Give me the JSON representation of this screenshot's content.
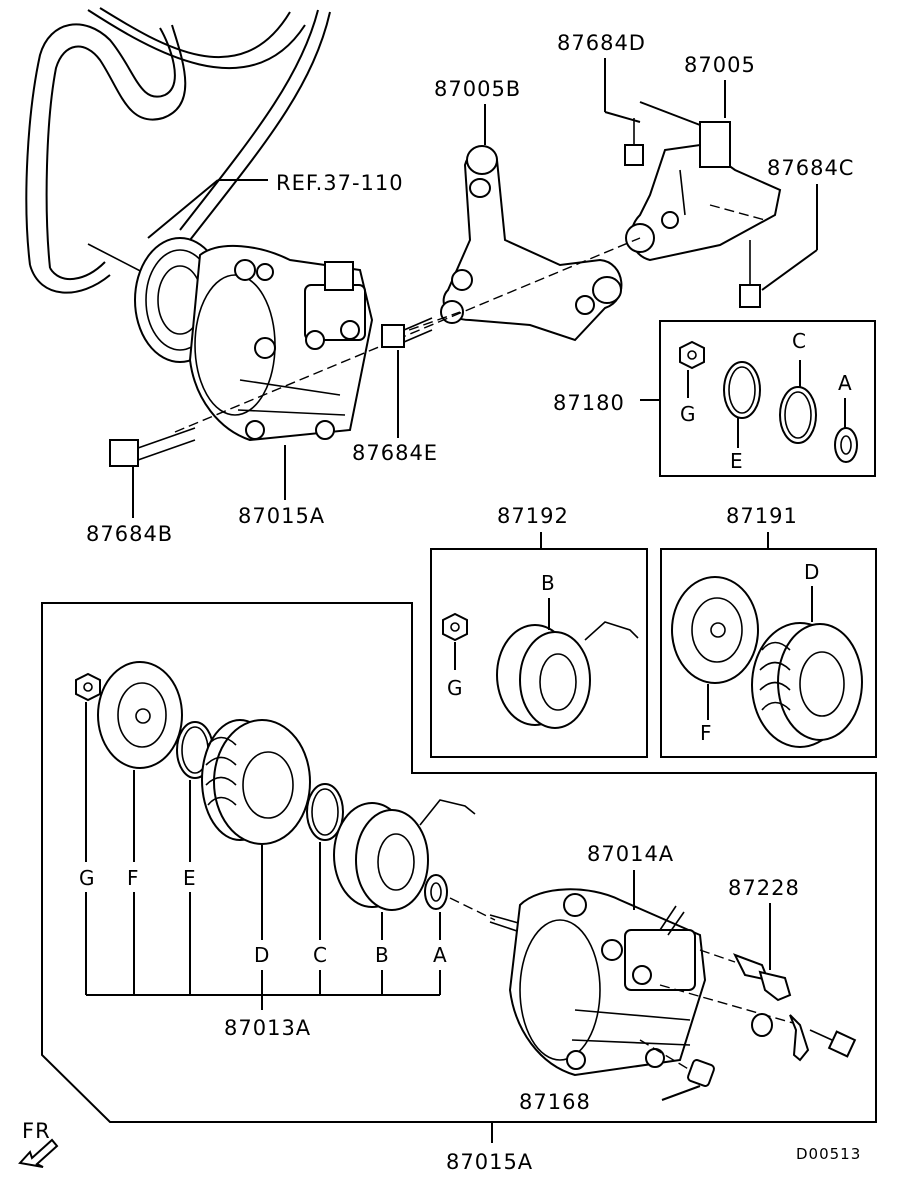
{
  "labels": {
    "ref": "REF.37-110",
    "p87684D": "87684D",
    "p87005": "87005",
    "p87005B": "87005B",
    "p87684C": "87684C",
    "p87180": "87180",
    "p87684E": "87684E",
    "p87015A_top": "87015A",
    "p87684B": "87684B",
    "p87192": "87192",
    "p87191": "87191",
    "p87014A": "87014A",
    "p87228": "87228",
    "p87013A": "87013A",
    "p87168": "87168",
    "p87015A_bottom": "87015A",
    "fr": "FR",
    "code": "D00513"
  },
  "letters": {
    "kit180": {
      "G": "G",
      "E": "E",
      "C": "C",
      "A": "A"
    },
    "kit192": {
      "B": "B",
      "G": "G"
    },
    "kit191": {
      "D": "D",
      "F": "F"
    },
    "clutch": {
      "G": "G",
      "F": "F",
      "E": "E",
      "D": "D",
      "C": "C",
      "B": "B",
      "A": "A"
    }
  }
}
